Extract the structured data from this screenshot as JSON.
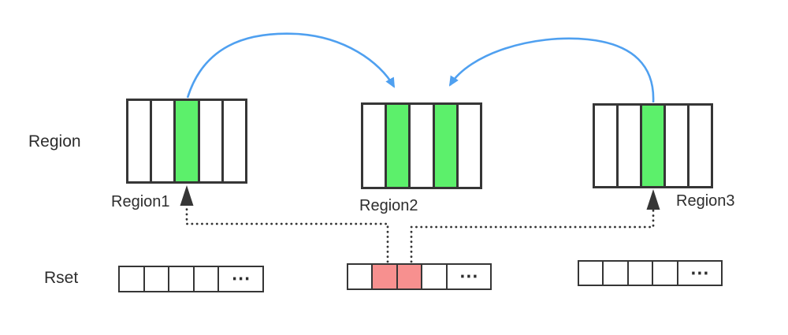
{
  "colors": {
    "green": "#5CF06B",
    "red": "#F7908F",
    "blue": "#4FA0F0",
    "border": "#363636",
    "text": "#2D2D2D"
  },
  "labels": {
    "region_axis": "Region",
    "rset_axis": "Rset",
    "ellipsis": "⋯"
  },
  "regions": [
    {
      "label": "Region1",
      "cell_count": 5,
      "highlighted_cells": [
        2
      ],
      "highlight_color": "green"
    },
    {
      "label": "Region2",
      "cell_count": 5,
      "highlighted_cells": [
        1,
        3
      ],
      "highlight_color": "green"
    },
    {
      "label": "Region3",
      "cell_count": 5,
      "highlighted_cells": [
        2
      ],
      "highlight_color": "green"
    }
  ],
  "rsets": [
    {
      "cell_count": 5,
      "highlighted_cells": [],
      "highlight_color": "red",
      "ellipsis_cell": 4
    },
    {
      "cell_count": 5,
      "highlighted_cells": [
        1,
        2
      ],
      "highlight_color": "red",
      "ellipsis_cell": 4
    },
    {
      "cell_count": 5,
      "highlighted_cells": [],
      "highlight_color": "red",
      "ellipsis_cell": 4
    }
  ],
  "arrows": {
    "blue_curved": [
      {
        "from": "region1-green-cell",
        "to": "region2-green-cell-left"
      },
      {
        "from": "region3-green-cell",
        "to": "region2-green-cell-right"
      }
    ],
    "dotted": [
      {
        "from": "rset2-red-cell-left",
        "to": "region1-green-cell"
      },
      {
        "from": "rset2-red-cell-right",
        "to": "region3-green-cell"
      }
    ]
  }
}
